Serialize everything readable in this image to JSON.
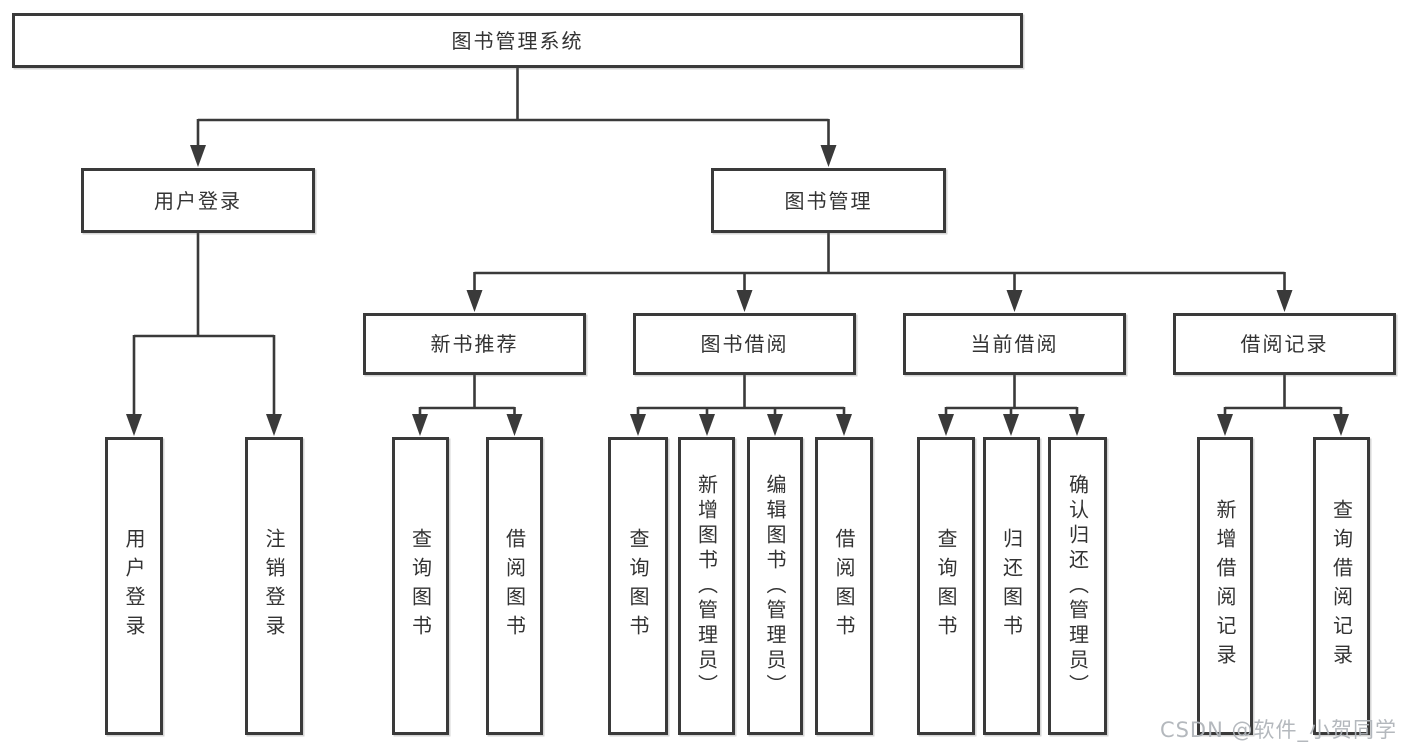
{
  "nodes": {
    "root": "图书管理系统",
    "level2": [
      "用户登录",
      "图书管理"
    ],
    "level3": [
      "新书推荐",
      "图书借阅",
      "当前借阅",
      "借阅记录"
    ],
    "leaves": [
      "用户登录",
      "注销登录",
      "查询图书",
      "借阅图书",
      "查询图书",
      "新增图书（管理员）",
      "编辑图书（管理员）",
      "借阅图书",
      "查询图书",
      "归还图书",
      "确认归还（管理员）",
      "新增借阅记录",
      "查询借阅记录"
    ]
  },
  "watermark": "CSDN @软件_小贺同学",
  "colors": {
    "line": "#3a3a3a",
    "text": "#333333",
    "watermark": "#b0b5ba",
    "background": "#ffffff"
  }
}
